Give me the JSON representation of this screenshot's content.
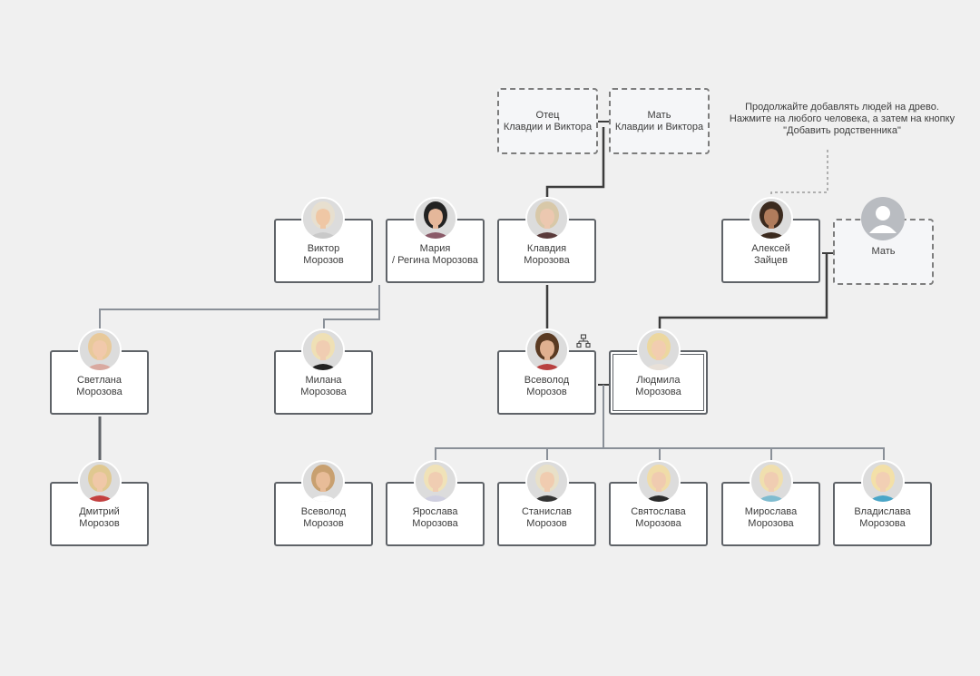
{
  "hint": {
    "line1": "Продолжайте добавлять людей на древо.",
    "line2": "Нажмите на любого человека, а затем на кнопку",
    "line3": "\"Добавить родственника\""
  },
  "placeholders": {
    "father": {
      "line1": "Отец",
      "line2": "Клавдии и Виктора"
    },
    "mother": {
      "line1": "Мать",
      "line2": "Клавдии и Виктора"
    },
    "alexey_spouse": {
      "line1": "Мать"
    }
  },
  "people": {
    "viktor": {
      "first": "Виктор",
      "last": "Морозов",
      "hair": "#e7dfcf",
      "skin": "#efc7a5",
      "shirt": "#c9c9c9"
    },
    "maria": {
      "first": "Мария",
      "last": "/ Регина Морозова",
      "hair": "#222222",
      "skin": "#e5b79a",
      "shirt": "#8a5a68"
    },
    "klavdia": {
      "first": "Клавдия",
      "last": "Морозова",
      "hair": "#d8c8a8",
      "skin": "#ecc8b0",
      "shirt": "#5a3a3a"
    },
    "alexey": {
      "first": "Алексей",
      "last": "Зайцев",
      "hair": "#3b2a1e",
      "skin": "#b07c5c",
      "shirt": "#3b2a1e"
    },
    "svetlana": {
      "first": "Светлана",
      "last": "Морозова",
      "hair": "#e8c99a",
      "skin": "#f1c9ab",
      "shirt": "#d9a9a0"
    },
    "milana": {
      "first": "Милана",
      "last": "Морозова",
      "hair": "#efe0b5",
      "skin": "#f0cdb2",
      "shirt": "#222222"
    },
    "vsevolod1": {
      "first": "Всеволод",
      "last": "Морозов",
      "hair": "#5a3a22",
      "skin": "#e0b090",
      "shirt": "#b84040"
    },
    "ludmila": {
      "first": "Людмила",
      "last": "Морозова",
      "hair": "#ecd79f",
      "skin": "#f2cdb0",
      "shirt": "#e8e0d8"
    },
    "dmitry": {
      "first": "Дмитрий",
      "last": "Морозов",
      "hair": "#e0c890",
      "skin": "#f0c8a8",
      "shirt": "#c44040"
    },
    "vsevolod2": {
      "first": "Всеволод",
      "last": "Морозов",
      "hair": "#c8a070",
      "skin": "#e8bc98",
      "shirt": "#ffffff"
    },
    "yaroslava": {
      "first": "Ярослава",
      "last": "Морозова",
      "hair": "#f0e2b8",
      "skin": "#f0cdb2",
      "shirt": "#cfcfe0"
    },
    "stanislav": {
      "first": "Станислав",
      "last": "Морозов",
      "hair": "#e8e0c8",
      "skin": "#f0ccb0",
      "shirt": "#333333"
    },
    "svyatoslava": {
      "first": "Святослава",
      "last": "Морозова",
      "hair": "#f0dca8",
      "skin": "#f0cbb0",
      "shirt": "#2a2a2a"
    },
    "miroslava": {
      "first": "Мирослава",
      "last": "Морозова",
      "hair": "#f0dfae",
      "skin": "#f0cdb2",
      "shirt": "#7fbcd0"
    },
    "vladislava": {
      "first": "Владислава",
      "last": "Морозова",
      "hair": "#f3e0a8",
      "skin": "#f2cfb4",
      "shirt": "#4aa6c8"
    }
  },
  "icons": {
    "tree_config": "family-tree-icon",
    "empty_avatar": "person-silhouette-icon"
  },
  "colors": {
    "background": "#f0f0f0",
    "card_border": "#5f6368",
    "line_main": "#3c3c3c",
    "line_secondary": "#8a9098"
  }
}
